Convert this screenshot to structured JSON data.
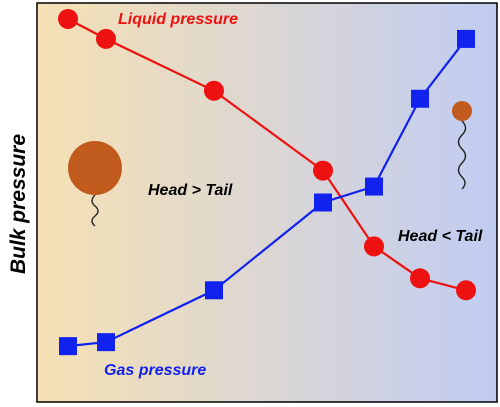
{
  "chart_data": {
    "type": "line",
    "ylabel": "Bulk pressure",
    "xlabel": "",
    "title": "",
    "xlim": [
      0,
      500
    ],
    "ylim": [
      0,
      1
    ],
    "background_gradient": {
      "left": "#f6e1b4",
      "right": "#c0ccf2"
    },
    "series": [
      {
        "name": "Liquid pressure",
        "color": "#ee1111",
        "marker": "circle",
        "x": [
          68,
          106,
          214,
          323,
          374,
          420,
          466
        ],
        "y": [
          0.96,
          0.91,
          0.78,
          0.58,
          0.39,
          0.31,
          0.28
        ]
      },
      {
        "name": "Gas pressure",
        "color": "#1122ee",
        "marker": "square",
        "x": [
          68,
          106,
          214,
          323,
          374,
          420,
          466
        ],
        "y": [
          0.14,
          0.15,
          0.28,
          0.5,
          0.54,
          0.76,
          0.91
        ]
      }
    ],
    "annotations": [
      {
        "id": "left",
        "text": "Head > Tail"
      },
      {
        "id": "right",
        "text": "Head < Tail"
      }
    ],
    "illustrations": [
      {
        "id": "large-molecule-icon",
        "head_color": "#c15a1d",
        "head_size": "large"
      },
      {
        "id": "small-molecule-icon",
        "head_color": "#c15a1d",
        "head_size": "small"
      }
    ]
  }
}
